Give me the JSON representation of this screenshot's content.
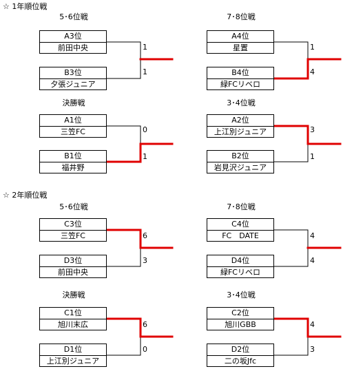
{
  "sections": [
    {
      "title": "☆ 1年順位戦",
      "matches": [
        {
          "title": "5･6位戦",
          "top": {
            "seed": "A3位",
            "team": "前田中央",
            "score": "1"
          },
          "bottom": {
            "seed": "B3位",
            "team": "夕張ジュニア",
            "score": "1"
          }
        },
        {
          "title": "7･8位戦",
          "top": {
            "seed": "A4位",
            "team": "星置",
            "score": "1"
          },
          "bottom": {
            "seed": "B4位",
            "team": "緑FCリベロ",
            "score": "4"
          }
        },
        {
          "title": "決勝戦",
          "top": {
            "seed": "A1位",
            "team": "三笠FC",
            "score": "0"
          },
          "bottom": {
            "seed": "B1位",
            "team": "福井野",
            "score": "1"
          }
        },
        {
          "title": "3･4位戦",
          "top": {
            "seed": "A2位",
            "team": "上江別ジュニア",
            "score": "3"
          },
          "bottom": {
            "seed": "B2位",
            "team": "岩見沢ジュニア",
            "score": "1"
          }
        }
      ]
    },
    {
      "title": "☆ 2年順位戦",
      "matches": [
        {
          "title": "5･6位戦",
          "top": {
            "seed": "C3位",
            "team": "三笠FC",
            "score": "6"
          },
          "bottom": {
            "seed": "D3位",
            "team": "前田中央",
            "score": "3"
          }
        },
        {
          "title": "7･8位戦",
          "top": {
            "seed": "C4位",
            "team": "FC　DATE",
            "score": "4"
          },
          "bottom": {
            "seed": "D4位",
            "team": "緑FCリベロ",
            "score": "4"
          }
        },
        {
          "title": "決勝戦",
          "top": {
            "seed": "C1位",
            "team": "旭川末広",
            "score": "6"
          },
          "bottom": {
            "seed": "D1位",
            "team": "上江別ジュニア",
            "score": "0"
          }
        },
        {
          "title": "3･4位戦",
          "top": {
            "seed": "C2位",
            "team": "旭川GBB",
            "score": "4"
          },
          "bottom": {
            "seed": "D2位",
            "team": "二の坂Jfc",
            "score": "3"
          }
        }
      ]
    }
  ],
  "colors": {
    "winner_line": "#e00000",
    "line": "#000000"
  }
}
